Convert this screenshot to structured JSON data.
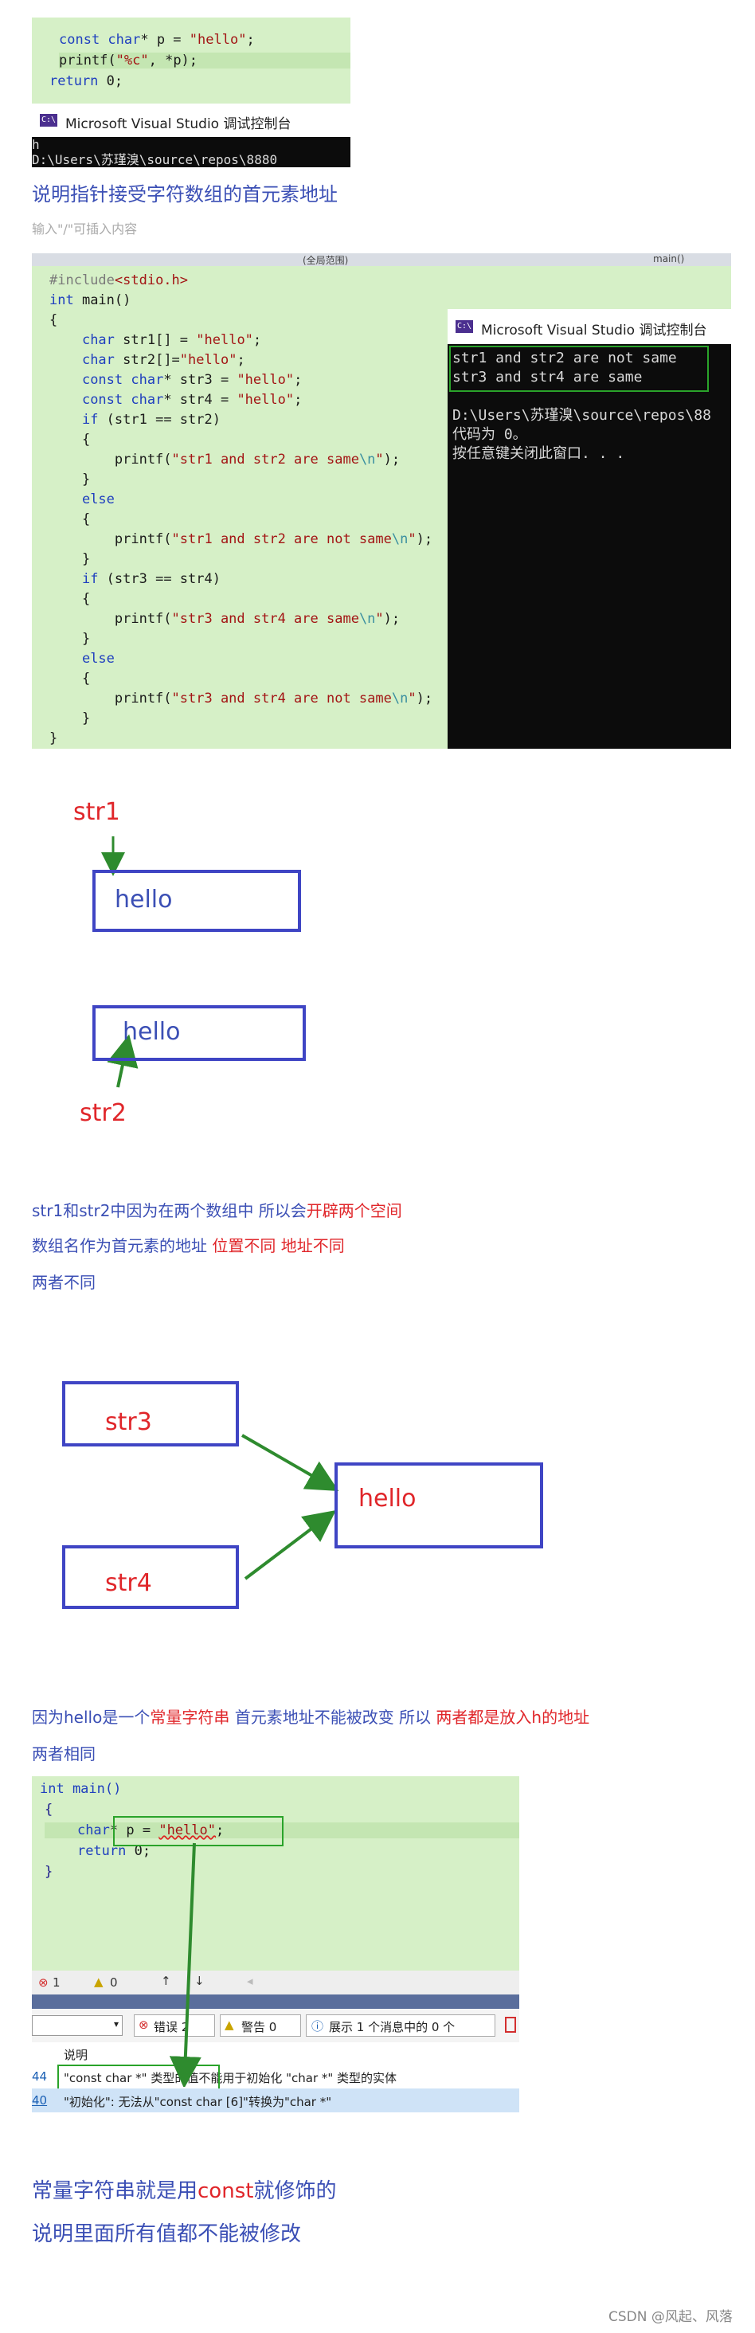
{
  "block1": {
    "lines": [
      {
        "kw": "const char",
        "plain": "* p = ",
        "str": "\"hello\"",
        "end": ";"
      },
      {
        "fn": "printf(",
        "str": "\"%c\"",
        "end": ", *p);"
      },
      {
        "kw": "return",
        "end": " 0;"
      }
    ],
    "console_title": "Microsoft Visual Studio 调试控制台",
    "console_icon": "C:\\",
    "console_text": "h\nD:\\Users\\苏瑾溴\\source\\repos\\8880"
  },
  "note1": "说明指针接受字符数组的首元素地址",
  "input_hint": "输入\"/\"可插入内容",
  "block2": {
    "tabs": [
      "(全局范围)",
      "main()"
    ],
    "code": [
      "#include<stdio.h>",
      "int main()",
      "{",
      "    char str1[] = \"hello\";",
      "    char str2[]=\"hello\";",
      "    const char* str3 = \"hello\";",
      "    const char* str4 = \"hello\";",
      "    if (str1 == str2)",
      "    {",
      "        printf(\"str1 and str2 are same\\n\");",
      "    }",
      "    else",
      "    {",
      "        printf(\"str1 and str2 are not same\\n\");",
      "    }",
      "    if (str3 == str4)",
      "    {",
      "        printf(\"str3 and str4 are same\\n\");",
      "    }",
      "    else",
      "    {",
      "        printf(\"str3 and str4 are not same\\n\");",
      "    }",
      "}"
    ],
    "console_title": "Microsoft Visual Studio 调试控制台",
    "console_lines": [
      "str1 and str2 are not same",
      "str3 and str4 are same",
      "",
      "D:\\Users\\苏瑾溴\\source\\repos\\88",
      "代码为 0。",
      "按任意键关闭此窗口. . ."
    ]
  },
  "diagram1": {
    "label_str1": "str1",
    "label_str2": "str2",
    "box1": "hello",
    "box2": "hello"
  },
  "note2": {
    "l1a": "str1和str2中因为在两个数组中  所以会",
    "l1b": "开辟两个空间",
    "l2a": "数组名作为首元素的地址  ",
    "l2b": "位置不同  地址不同",
    "l3": "两者不同"
  },
  "diagram2": {
    "str3": "str3",
    "str4": "str4",
    "hello": "hello"
  },
  "note3": {
    "a": "因为hello是一个",
    "b": "常量字符串",
    "c": " 首元素地址不能被改变 所以 ",
    "d": "两者都是放入h的地址",
    "l2": "两者相同"
  },
  "block3": {
    "code": [
      "int main()",
      "{",
      "    char* p = \"hello\";",
      "    return 0;",
      "}"
    ],
    "status": {
      "errors": "1",
      "warnings": "0"
    },
    "toolbar": {
      "errors_label": "错误 2",
      "warnings_label": "警告 0",
      "messages_label": "展示 1 个消息中的 0 个"
    },
    "col_header": "说明",
    "rows": [
      {
        "line": "44",
        "text": "\"const char *\" 类型的值不能用于初始化 \"char *\" 类型的实体"
      },
      {
        "line": "40",
        "text": "\"初始化\": 无法从\"const char [6]\"转换为\"char *\""
      }
    ]
  },
  "note4": {
    "a": "常量字符串就是用",
    "b": "const",
    "c": "就修饰的",
    "l2": "说明里面所有值都不能被修改"
  },
  "footer": "CSDN @风起、风落"
}
